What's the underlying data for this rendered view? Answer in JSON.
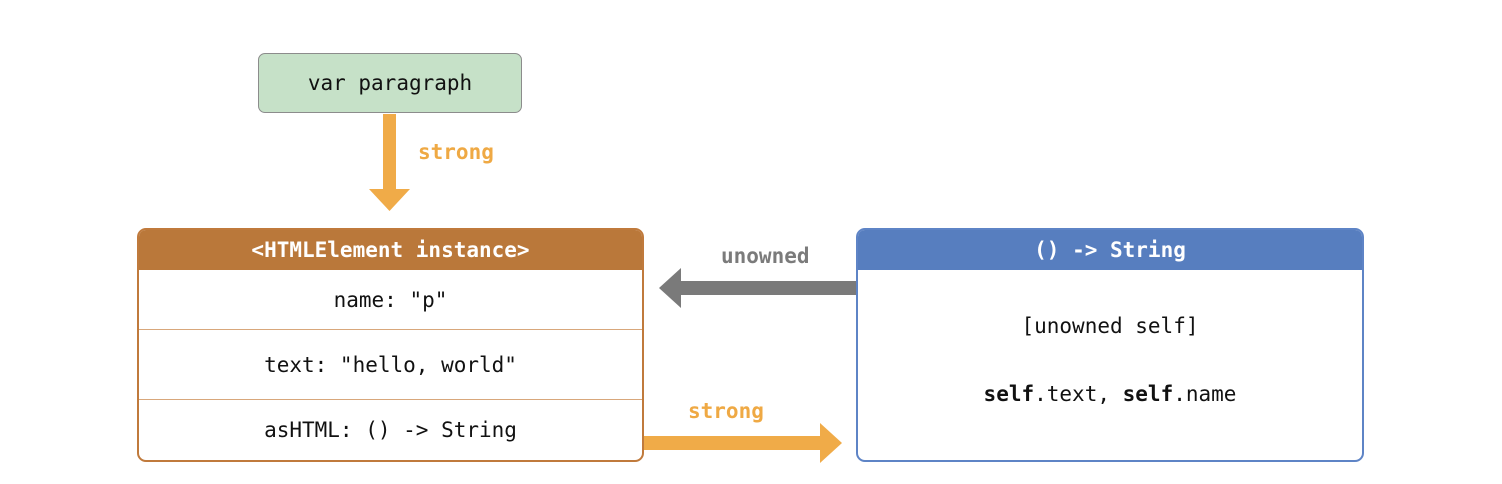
{
  "var_box": {
    "label": "var paragraph"
  },
  "labels": {
    "strong_top": "strong",
    "unowned": "unowned",
    "strong_bottom": "strong"
  },
  "instance": {
    "header": "<HTMLElement instance>",
    "rows": [
      "name: \"p\"",
      "text: \"hello, world\"",
      "asHTML: () -> String"
    ]
  },
  "closure": {
    "header": "() -> String",
    "capture_list": "[unowned self]",
    "body": {
      "kw1": "self",
      "part1": ".text, ",
      "kw2": "self",
      "part2": ".name"
    }
  },
  "colors": {
    "strong_arrow": "#f0ab48",
    "unowned_arrow": "#7a7a7a",
    "instance_header": "#ba783a",
    "closure_header": "#577ebf",
    "var_box_fill": "#c6e1c8"
  }
}
